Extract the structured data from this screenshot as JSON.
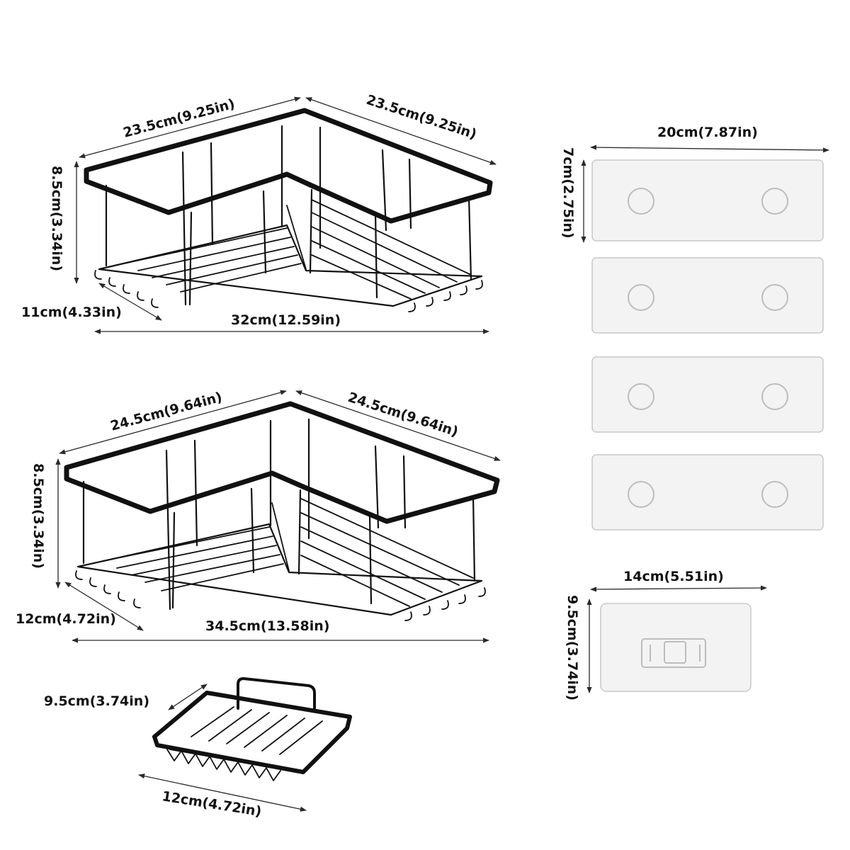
{
  "colors": {
    "wire": "#111111",
    "pad_fill": "#f3f3f3",
    "pad_border": "#c8c8c8",
    "text": "#111111",
    "background": "#ffffff"
  },
  "small_corner_basket": {
    "left_edge": "23.5cm(9.25in)",
    "right_edge": "23.5cm(9.25in)",
    "height": "8.5cm(3.34in)",
    "depth": "11cm(4.33in)",
    "total_width": "32cm(12.59in)"
  },
  "large_corner_basket": {
    "left_edge": "24.5cm(9.64in)",
    "right_edge": "24.5cm(9.64in)",
    "height": "8.5cm(3.34in)",
    "depth": "12cm(4.72in)",
    "total_width": "34.5cm(13.58in)"
  },
  "soap_dish": {
    "width": "9.5cm(3.74in)",
    "length": "12cm(4.72in)"
  },
  "long_adhesive_pad": {
    "width": "20cm(7.87in)",
    "height": "7cm(2.75in)",
    "count": 4
  },
  "small_adhesive_pad": {
    "width": "14cm(5.51in)",
    "height": "9.5cm(3.74in)"
  }
}
